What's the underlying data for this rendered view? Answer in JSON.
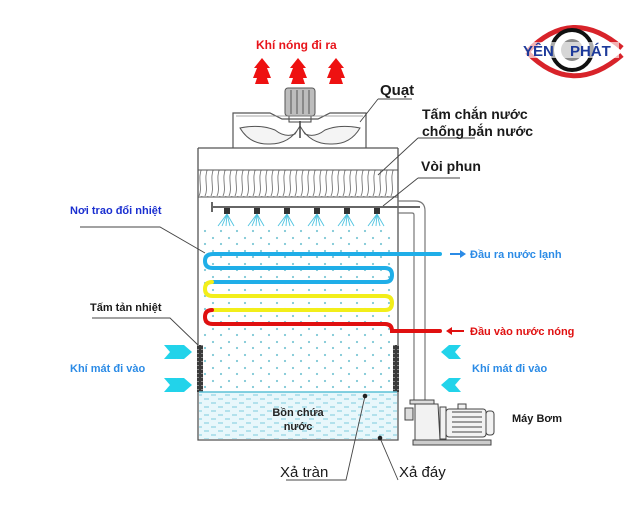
{
  "title": "Sơ đồ tháp giải nhiệt kín",
  "logo": {
    "text_left": "YÊN",
    "text_right": "PHÁT",
    "colors": {
      "ring": "#d8232a",
      "text": "#1d3a9a",
      "eye": "#111111",
      "pupil": "#8a8a8a"
    }
  },
  "labels": {
    "hot_air_out": "Khí nóng đi ra",
    "fan": "Quạt",
    "drift_eliminator_line1": "Tấm chắn nước",
    "drift_eliminator_line2": "chống bắn nước",
    "spray_nozzle": "Vòi phun",
    "heat_exchange": "Nơi trao đổi nhiệt",
    "cold_water_out": "Đầu ra nước lạnh",
    "hot_water_in": "Đầu vào nước nóng",
    "fill_panel": "Tấm tản nhiệt",
    "cool_air_in_left": "Khí mát đi vào",
    "cool_air_in_right": "Khí mát đi vào",
    "basin_line1": "Bồn chứa",
    "basin_line2": "nước",
    "pump": "Máy Bơm",
    "overflow": "Xả tràn",
    "drain": "Xả đáy"
  },
  "colors": {
    "hot": "#e8141b",
    "cold_pipe": "#1faee8",
    "warm_pipe": "#f2ee1a",
    "air_in": "#20d0e8",
    "water": "#e6f6fa",
    "water_dash": "#7ccbdc",
    "outline": "#555555"
  },
  "coil_rows": [
    "cold",
    "cold",
    "warm",
    "warm",
    "hot",
    "hot"
  ],
  "nozzle_count": 6
}
